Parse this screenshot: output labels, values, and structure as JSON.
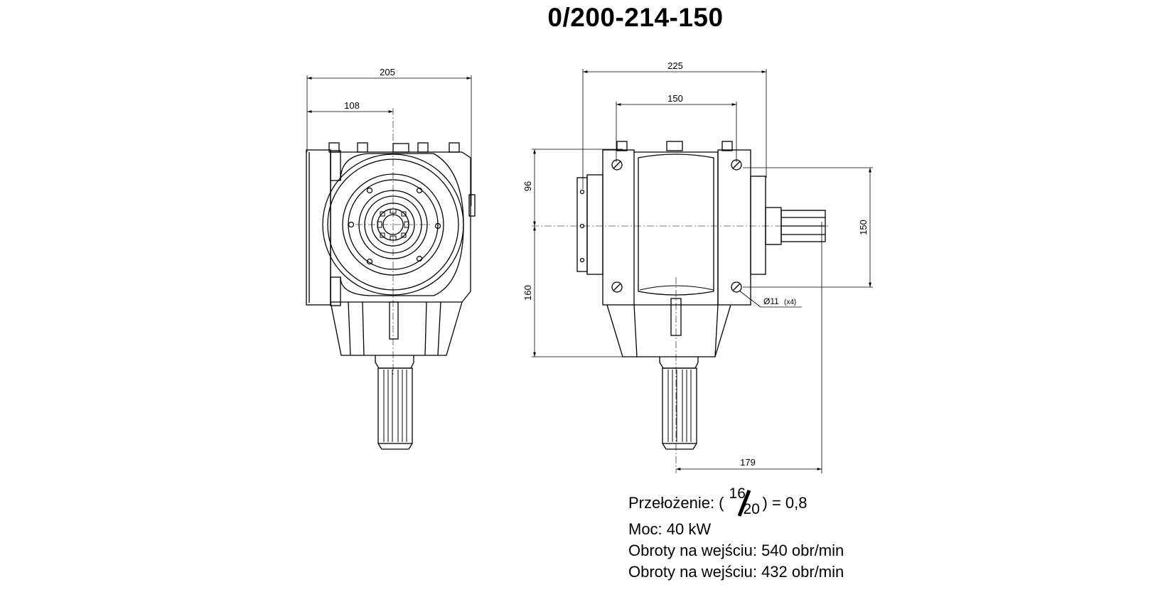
{
  "title": "0/200-214-150",
  "dimensions": {
    "front_width": "205",
    "front_half": "108",
    "side_width": "225",
    "side_bolt_spacing": "150",
    "upper_height": "96",
    "lower_height": "160",
    "right_height": "150",
    "hole": "Ø11",
    "hole_count": "(x4)",
    "output_offset": "179"
  },
  "specs": {
    "ratio_label": "Przełożenie: (",
    "ratio_num": "16",
    "ratio_den": "20",
    "ratio_result": ") = 0,8",
    "power": "Moc: 40 kW",
    "speed_in": "Obroty na wejściu: 540 obr/min",
    "speed_out": "Obroty na wejściu: 432 obr/min"
  }
}
